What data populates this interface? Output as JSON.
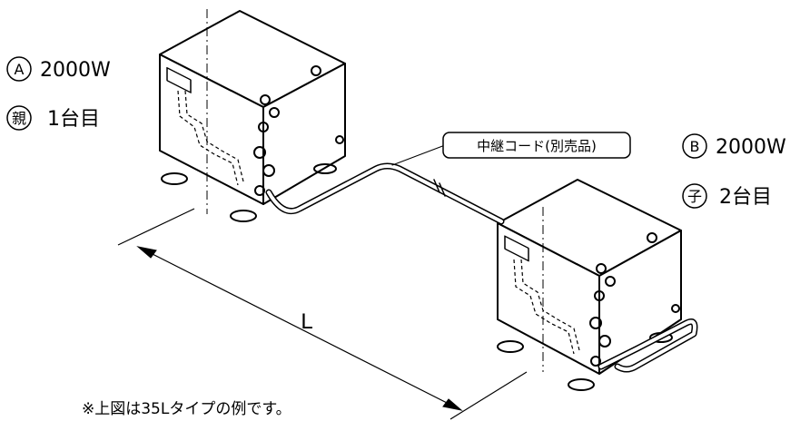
{
  "unit_a": {
    "code_mark": "A",
    "power": "2000W",
    "role_mark": "親",
    "order": "1台目"
  },
  "unit_b": {
    "code_mark": "B",
    "power": "2000W",
    "role_mark": "子",
    "order": "2台目"
  },
  "relay_cord_label": "中継コード(別売品)",
  "distance_label": "L",
  "footnote": "※上図は35Lタイプの例です。",
  "colors": {
    "line": "#000000",
    "background": "#ffffff"
  }
}
